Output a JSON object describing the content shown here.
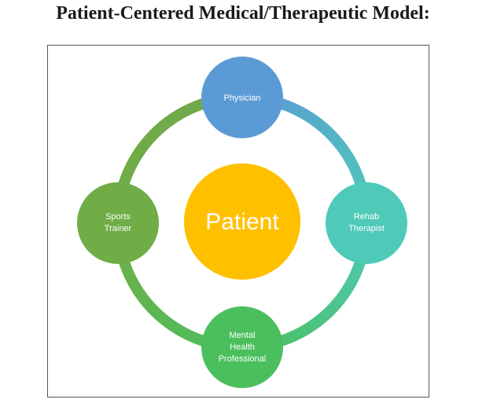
{
  "title": "Patient-Centered Medical/Therapeutic Model:",
  "center": {
    "label": "Patient",
    "color": "#FFC000"
  },
  "nodes": {
    "top": {
      "lines": [
        "Physician"
      ],
      "color": "#5B9BD5"
    },
    "right": {
      "lines": [
        "Rehab",
        "Therapist"
      ],
      "color": "#4FC9B8"
    },
    "bottom": {
      "lines": [
        "Mental",
        "Health",
        "Professional"
      ],
      "color": "#4BBF5E"
    },
    "left": {
      "lines": [
        "Sports",
        "Trainer"
      ],
      "color": "#70AD47"
    }
  },
  "ring_colors": {
    "top_right": "#5B9BD5",
    "right_bottom": "#4FC9B8",
    "bottom_left": "#4BBF5E",
    "left_top": "#70AD47"
  }
}
